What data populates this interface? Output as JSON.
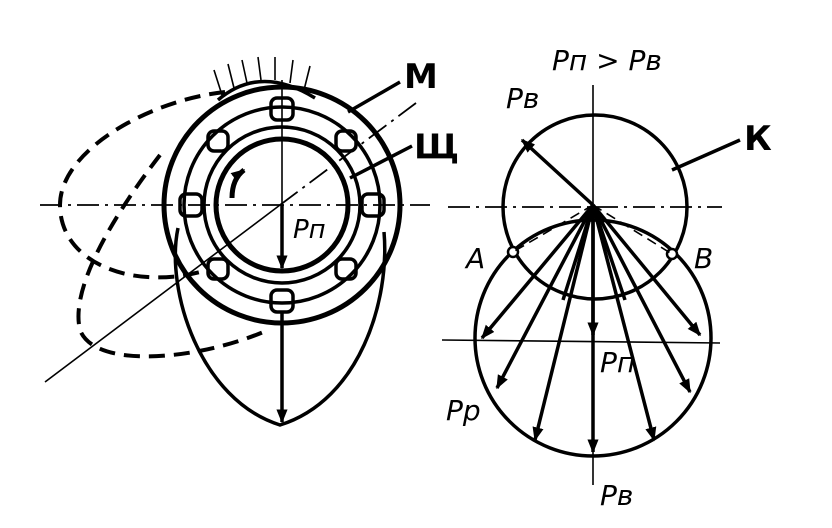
{
  "labels": {
    "M": "М",
    "Sh": "Щ",
    "K": "К",
    "A": "А",
    "B": "В",
    "Pp_left": "Pп",
    "condition": "Pп > Pв",
    "Pv_top": "Pв",
    "Pp_right": "Pп",
    "Pr": "Pр",
    "Pv_bottom": "Pв"
  }
}
